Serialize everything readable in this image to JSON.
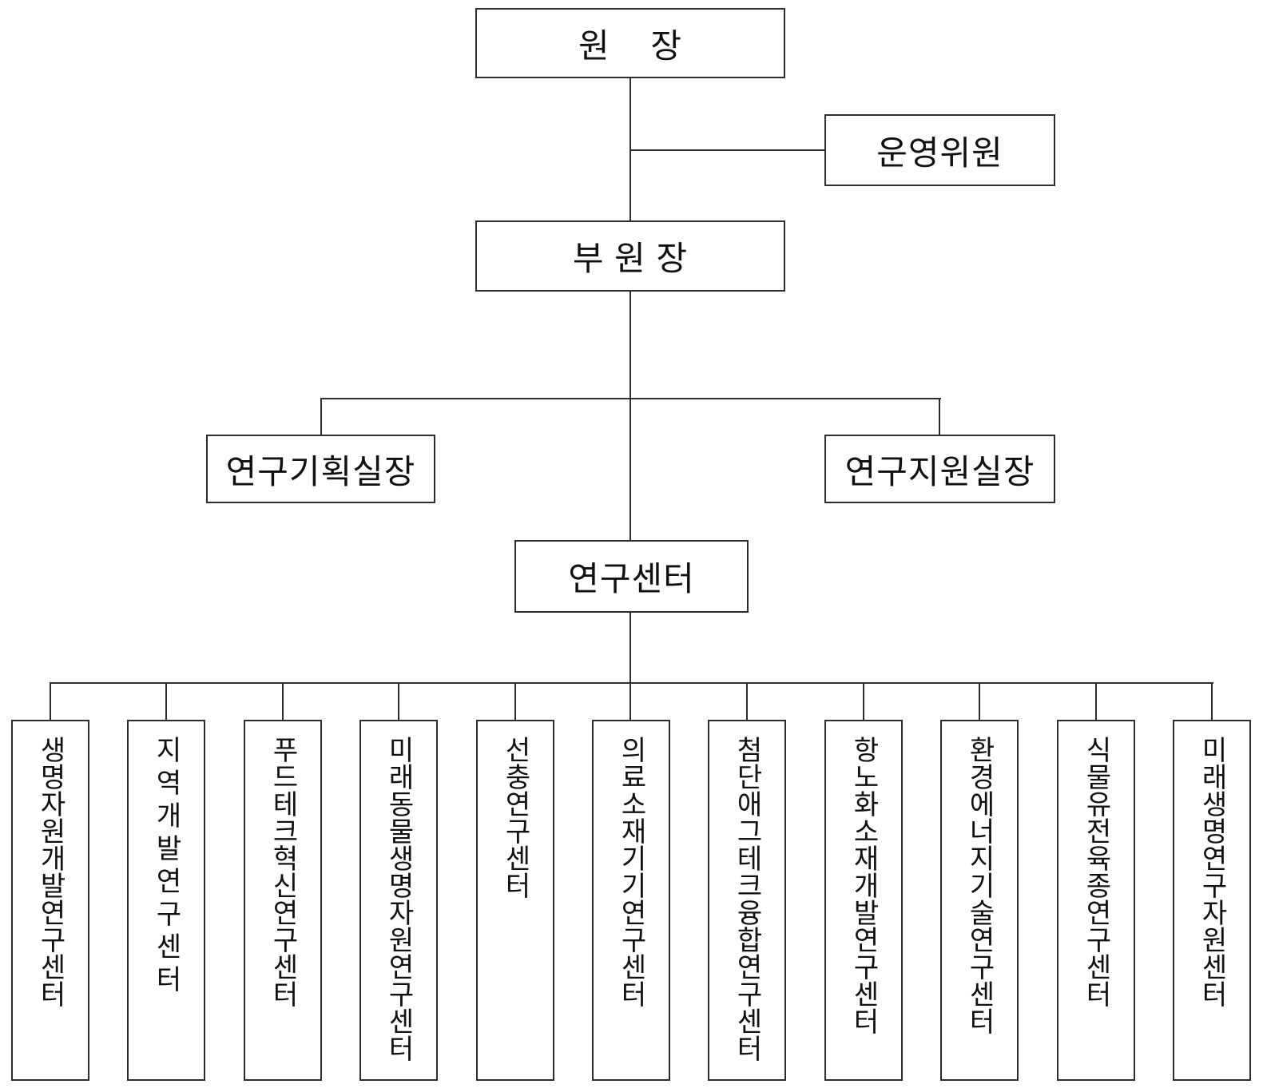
{
  "nodes": {
    "director": "원    장",
    "committee": "운영위원",
    "deputy": "부 원 장",
    "planning_office": "연구기획실장",
    "support_office": "연구지원실장",
    "research_center": "연구센터"
  },
  "centers": [
    "생명자원개발연구센터",
    "지역개발연구센터",
    "푸드테크혁신연구센터",
    "미래동물생명자원연구센터",
    "선충연구센터",
    "의료소재기기연구센터",
    "첨단애그테크융합연구센터",
    "항노화소재개발연구센터",
    "환경에너지기술연구센터",
    "식물유전육종연구센터",
    "미래생명연구자원센터"
  ],
  "colors": {
    "line": "#2d2d2d",
    "text": "#111111",
    "background": "#ffffff"
  }
}
